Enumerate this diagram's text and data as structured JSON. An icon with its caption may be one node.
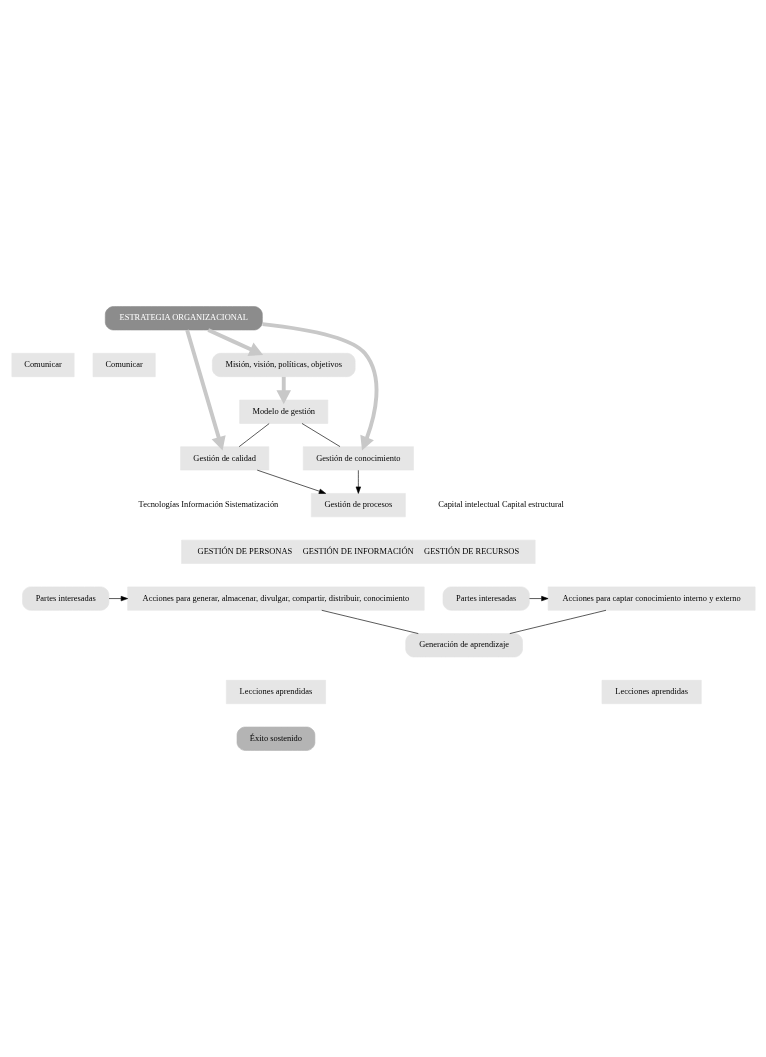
{
  "diagram": {
    "nodes": [
      {
        "text": [
          "ESTRATEGIA ORGANIZACIONAL"
        ]
      },
      {
        "text": [
          "Comunicar"
        ]
      },
      {
        "text": [
          "Comunicar"
        ]
      },
      {
        "text": [
          "Misión, visión, políticas, objetivos"
        ]
      },
      {
        "text": [
          "Modelo de gestión"
        ]
      },
      {
        "text": [
          "Gestión de calidad"
        ]
      },
      {
        "text": [
          "Gestión de conocimiento"
        ]
      },
      {
        "text": [
          "Gestión de procesos"
        ]
      },
      {
        "text": [
          "GESTIÓN DE PERSONAS",
          "GESTIÓN DE INFORMACIÓN",
          "GESTIÓN DE RECURSOS"
        ]
      },
      {
        "text": [
          "Partes interesadas"
        ]
      },
      {
        "text": [
          "Acciones para generar, almacenar, divulgar, compartir, distribuir, conocimiento"
        ]
      },
      {
        "text": [
          "Acciones para captar conocimiento interno y externo"
        ]
      },
      {
        "text": [
          "Partes interesadas"
        ]
      },
      {
        "text": [
          "Generación de aprendizaje"
        ]
      },
      {
        "text": [
          "Lecciones aprendidas"
        ]
      },
      {
        "text": [
          "Lecciones aprendidas"
        ]
      },
      {
        "text": [
          "Éxito sostenido"
        ]
      }
    ],
    "edges": [
      {
        "from": 0,
        "to": 5,
        "arrow": "to",
        "style": "thick",
        "color": "#c8c8c8"
      },
      {
        "from": 0,
        "to": 3,
        "arrow": "to",
        "style": "thick",
        "color": "#c8c8c8"
      },
      {
        "from": 0,
        "to": 6,
        "arrow": "to",
        "style": "thick",
        "color": "#c8c8c8"
      },
      {
        "from": 3,
        "to": 4,
        "arrow": "to",
        "style": "thick",
        "color": "#c8c8c8"
      },
      {
        "from": 4,
        "to": 5,
        "arrow": "none"
      },
      {
        "from": 4,
        "to": 6,
        "arrow": "none"
      },
      {
        "from": 5,
        "to": 7,
        "arrow": "to"
      },
      {
        "from": 6,
        "to": 7,
        "arrow": "to"
      },
      {
        "from": 9,
        "to": 10,
        "arrow": "to"
      },
      {
        "from": 12,
        "to": 11,
        "arrow": "to"
      },
      {
        "from": 10,
        "to": 13,
        "arrow": "none"
      },
      {
        "from": 11,
        "to": 13,
        "arrow": "none"
      }
    ],
    "labels": [
      "Tecnologías Información Sistematización",
      "Capital intelectual Capital estructural"
    ]
  }
}
